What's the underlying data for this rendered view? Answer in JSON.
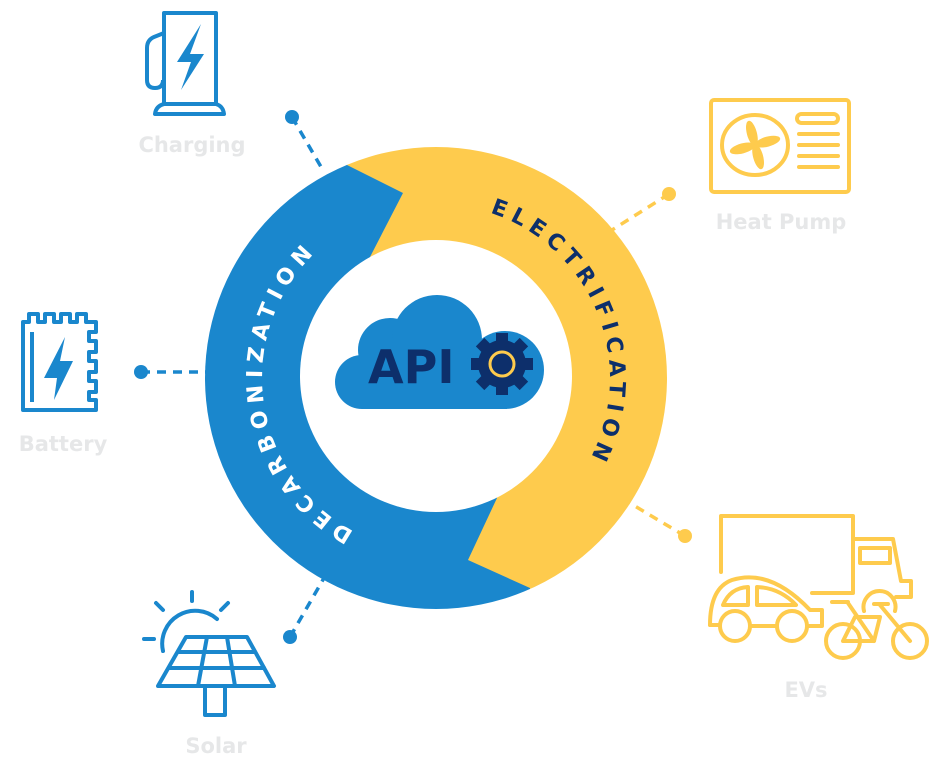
{
  "colors": {
    "blue": "#1a87cd",
    "yellow": "#fecb4d",
    "navy": "#0d2f6b",
    "label_gray": "#e6e7e8"
  },
  "center": {
    "label": "API",
    "icon": "cloud-gear-icon"
  },
  "ring": {
    "left": {
      "label": "DECARBONIZATION",
      "color": "#1a87cd"
    },
    "right": {
      "label": "ELECTRIFICATION",
      "color": "#fecb4d"
    }
  },
  "nodes": [
    {
      "label": "Charging",
      "icon": "ev-charger-icon",
      "group": "decarbonization"
    },
    {
      "label": "Battery",
      "icon": "battery-icon",
      "group": "decarbonization"
    },
    {
      "label": "Solar",
      "icon": "solar-panel-icon",
      "group": "decarbonization"
    },
    {
      "label": "Heat Pump",
      "icon": "heat-pump-icon",
      "group": "electrification"
    },
    {
      "label": "EVs",
      "icon": "vehicles-icon",
      "group": "electrification"
    }
  ]
}
